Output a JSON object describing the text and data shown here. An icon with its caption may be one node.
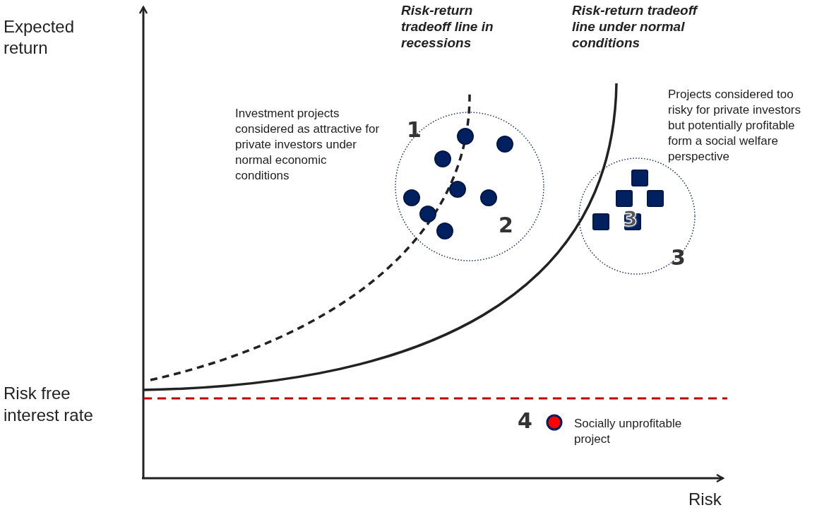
{
  "diagram": {
    "labels": [
      "Expected return",
      "Risk-return tradeoff line in recessions",
      "Risk-return tradeoff line under normal conditions",
      "Projects considered too risky for private investors but potentially profitable form a social welfare perspective",
      "Investment projects considered as attractive for private investors under normal economic conditions",
      "1",
      "2",
      "3",
      "3",
      "Risk free interest rate",
      "4",
      "Socially unprofitable project",
      "Risk"
    ]
  }
}
